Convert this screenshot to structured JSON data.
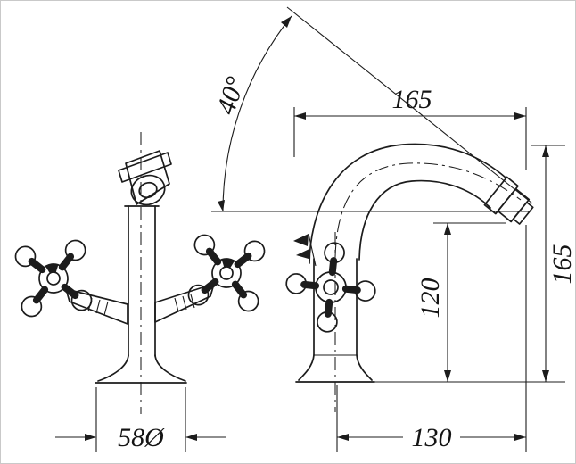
{
  "colors": {
    "line": "#1c1c1c",
    "background": "#ffffff"
  },
  "dimensions": {
    "angle": "40°",
    "reach_top": "165",
    "overall_height": "165",
    "outlet_height": "120",
    "reach_bottom": "130",
    "base_diameter": "58Ø"
  }
}
